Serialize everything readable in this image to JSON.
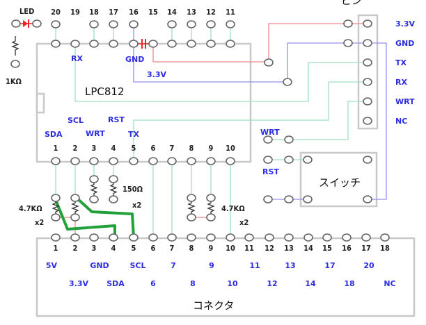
{
  "title": "ピン",
  "led": {
    "label": "LED",
    "resistor": "1KΩ"
  },
  "chip": {
    "name": "LPC812",
    "top_pin_numbers": [
      "20",
      "19",
      "18",
      "17",
      "16",
      "15",
      "14",
      "13",
      "12",
      "11"
    ],
    "bottom_pin_numbers": [
      "1",
      "2",
      "3",
      "4",
      "5",
      "6",
      "7",
      "8",
      "9",
      "10"
    ],
    "signals": {
      "rx": "RX",
      "gnd": "GND",
      "v33": "3.3V",
      "scl": "SCL",
      "rst": "RST",
      "sda": "SDA",
      "wrt": "WRT",
      "tx": "TX"
    }
  },
  "header": {
    "pins": [
      "3.3V",
      "GND",
      "TX",
      "RX",
      "WRT",
      "NC"
    ]
  },
  "switch": {
    "label": "スイッチ",
    "wrt": "WRT",
    "rst": "RST"
  },
  "resistors": {
    "r150": "150Ω",
    "r150_count": "x2",
    "r47_left": "4.7KΩ",
    "r47_left_count": "x2",
    "r47_right": "4.7KΩ",
    "r47_right_count": "x2"
  },
  "connector": {
    "label": "コネクタ",
    "pin_numbers": [
      "1",
      "2",
      "3",
      "4",
      "5",
      "6",
      "7",
      "8",
      "9",
      "10",
      "11",
      "12",
      "13",
      "14",
      "15",
      "16",
      "17",
      "18"
    ],
    "signals_row1": [
      "5V",
      "GND",
      "SCL",
      "7",
      "9",
      "11",
      "13",
      "17",
      "20"
    ],
    "signals_row2": [
      "3.3V",
      "SDA",
      "6",
      "8",
      "10",
      "12",
      "14",
      "18",
      "NC"
    ]
  },
  "colors": {
    "power": "#ee8888",
    "ground": "#9090ee",
    "signal": "#9fe0bf",
    "jumper": "#22a03a",
    "label": "#2d2de0"
  }
}
